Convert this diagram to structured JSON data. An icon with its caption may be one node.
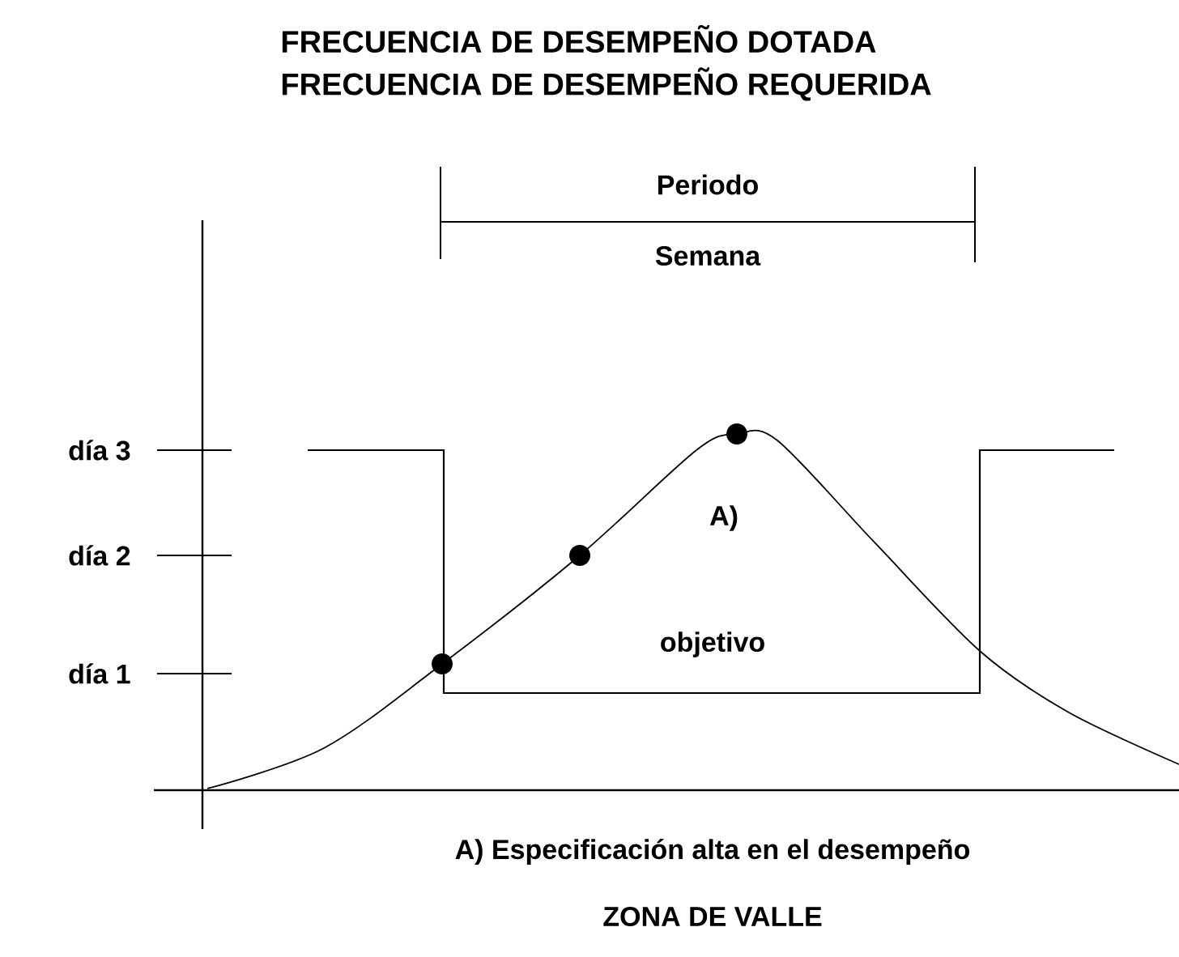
{
  "diagram": {
    "labels": [
      "FRECUENCIA DE DESEMPEÑO DOTADA",
      "FRECUENCIA DE DESEMPEÑO REQUERIDA",
      "Periodo",
      "Semana",
      "día 3",
      "día 2",
      "día 1",
      "A)",
      "objetivo",
      "A) Especificación alta en el desempeño",
      "ZONA DE VALLE"
    ]
  }
}
